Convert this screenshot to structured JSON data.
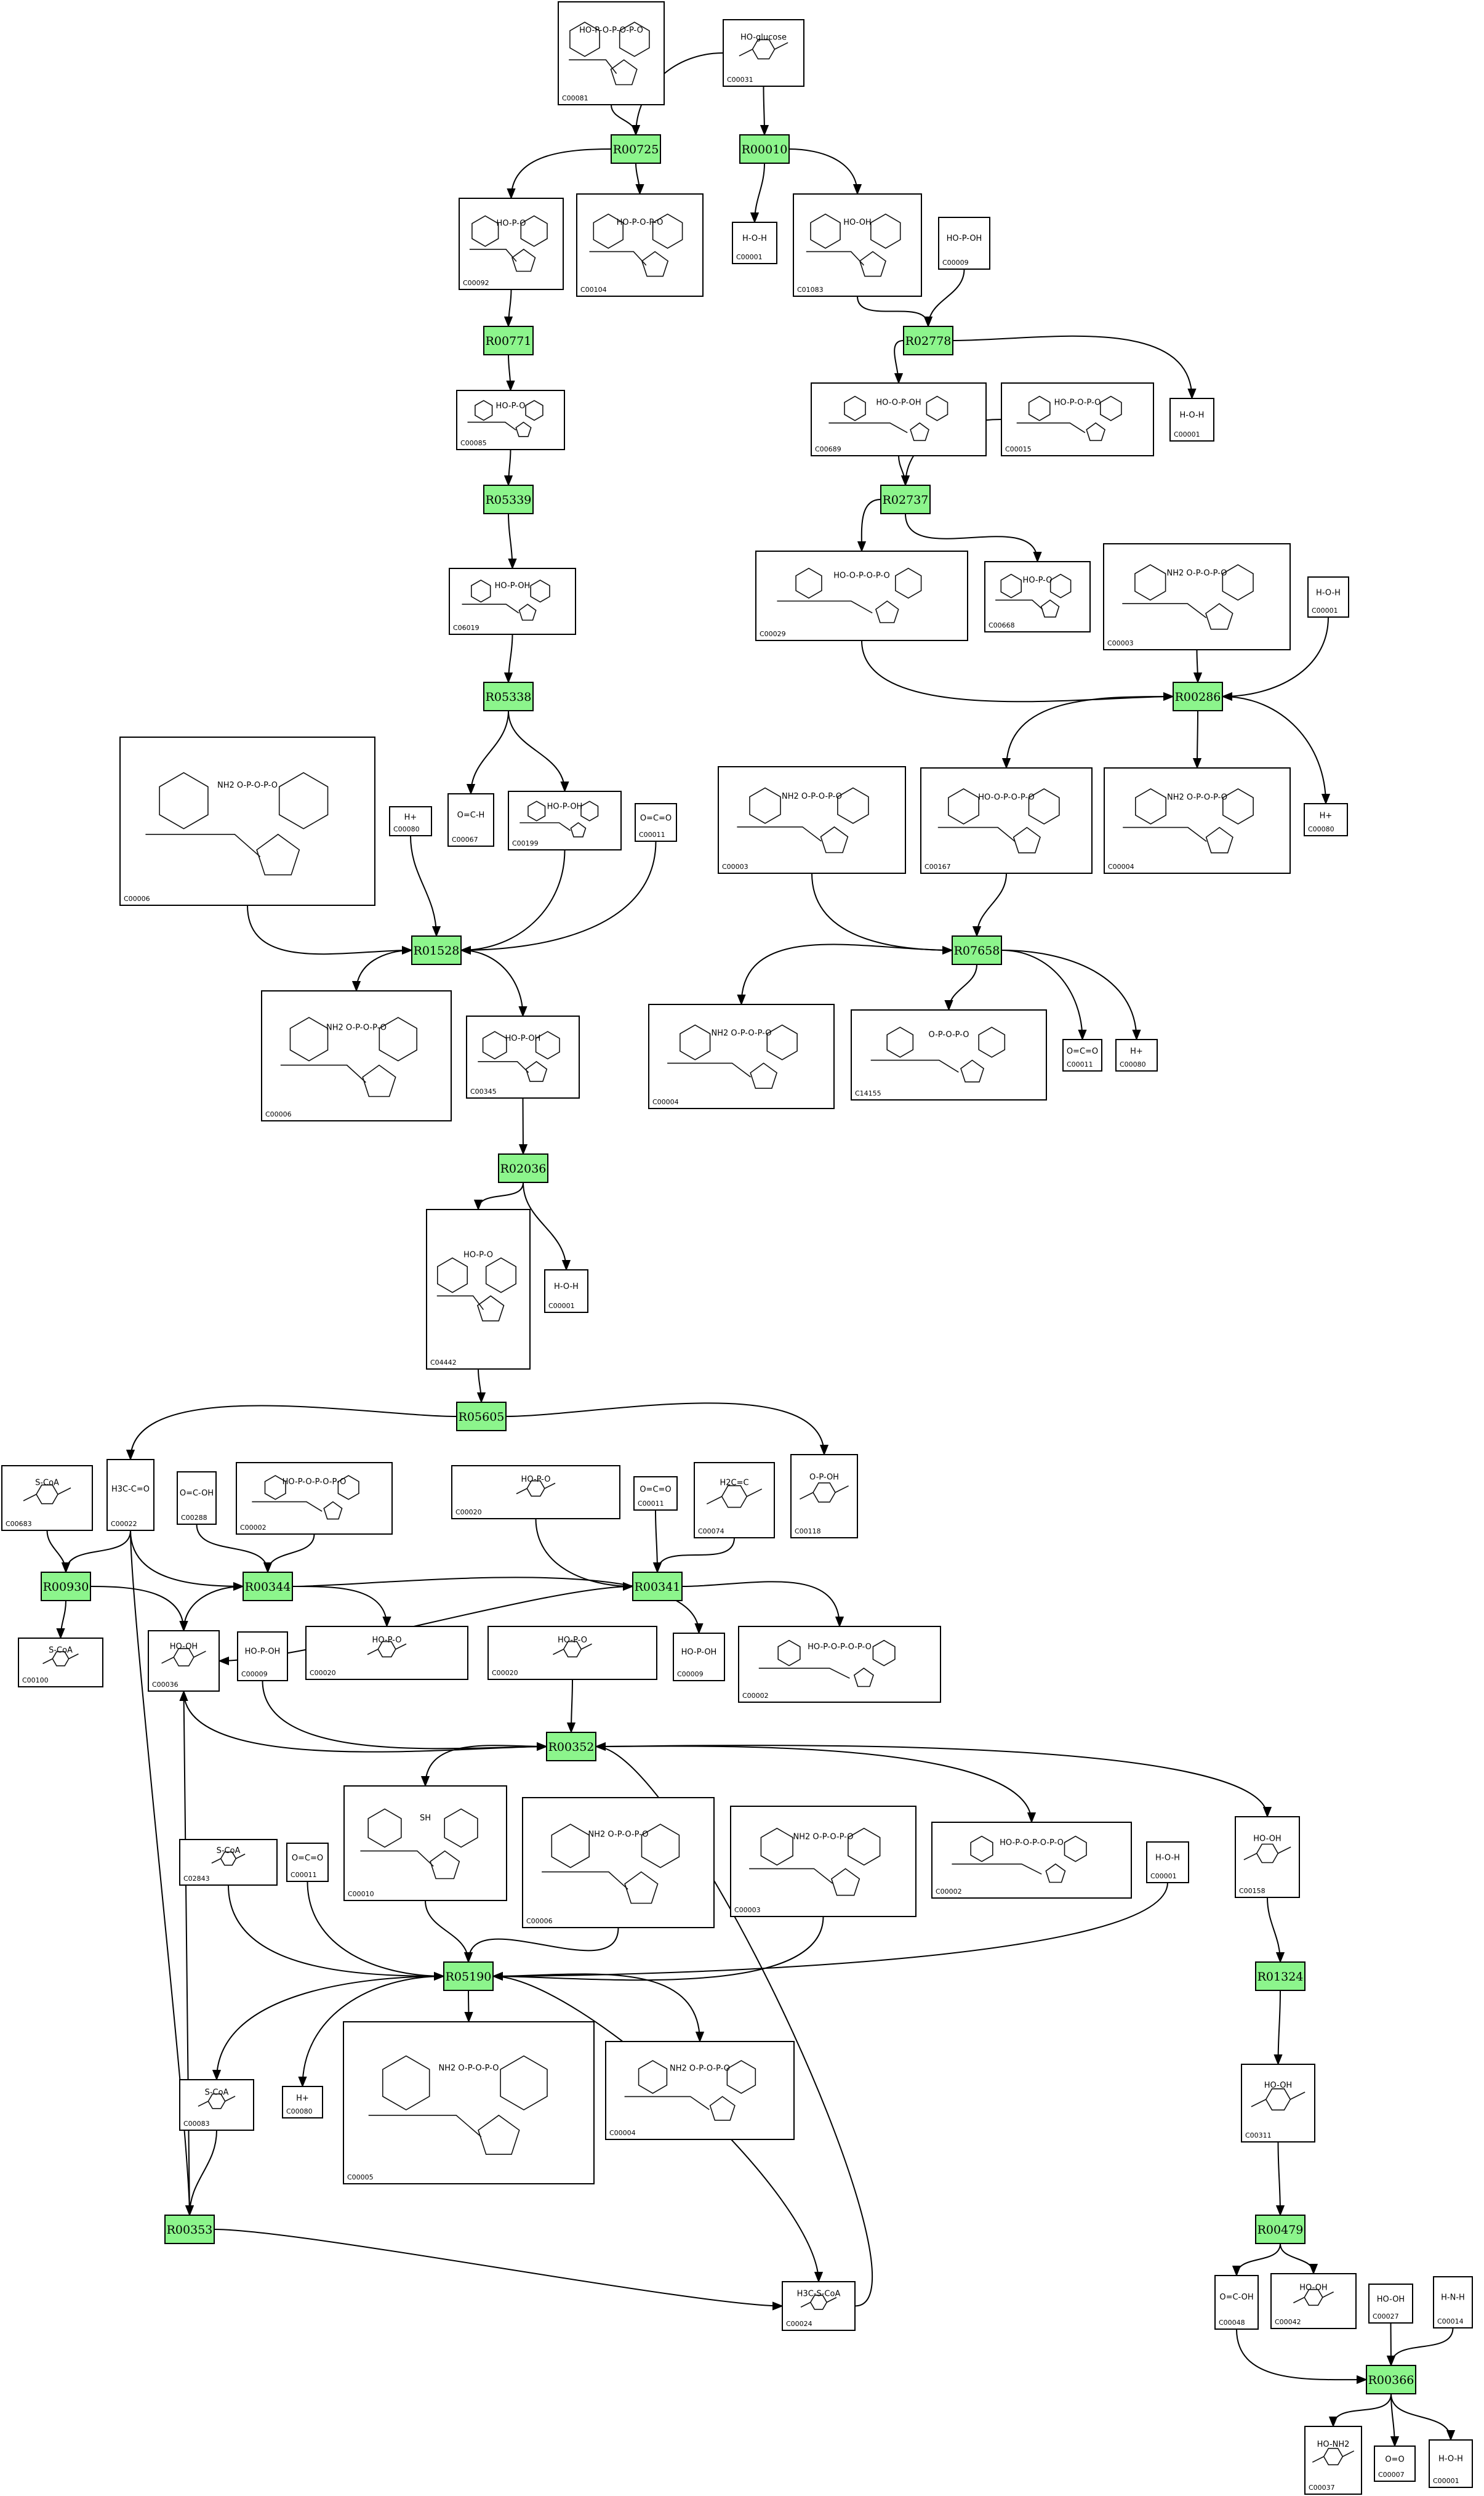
{
  "diagram": {
    "colors": {
      "reaction_fill": "#8cf58c",
      "stroke": "#000000",
      "background": "#ffffff"
    },
    "reactions": [
      {
        "id": "r1",
        "label": "R00725"
      },
      {
        "id": "r2",
        "label": "R00010"
      },
      {
        "id": "r3",
        "label": "R00771"
      },
      {
        "id": "r4",
        "label": "R02778"
      },
      {
        "id": "r5",
        "label": "R05339"
      },
      {
        "id": "r6",
        "label": "R02737"
      },
      {
        "id": "r7",
        "label": "R05338"
      },
      {
        "id": "r8",
        "label": "R00286"
      },
      {
        "id": "r9",
        "label": "R01528"
      },
      {
        "id": "r10",
        "label": "R07658"
      },
      {
        "id": "r11",
        "label": "R02036"
      },
      {
        "id": "r12",
        "label": "R05605"
      },
      {
        "id": "r13",
        "label": "R00930"
      },
      {
        "id": "r14",
        "label": "R00344"
      },
      {
        "id": "r15",
        "label": "R00341"
      },
      {
        "id": "r16",
        "label": "R00352"
      },
      {
        "id": "r17",
        "label": "R05190"
      },
      {
        "id": "r18",
        "label": "R01324"
      },
      {
        "id": "r19",
        "label": "R00353"
      },
      {
        "id": "r20",
        "label": "R00479"
      },
      {
        "id": "r21",
        "label": "R00366"
      }
    ],
    "compounds": [
      {
        "id": "c_081",
        "label": "C00081",
        "formula": "HO-P-O-P-O-P-O"
      },
      {
        "id": "c_031",
        "label": "C00031",
        "formula": "HO-glucose"
      },
      {
        "id": "c_092",
        "label": "C00092",
        "formula": "HO-P-O"
      },
      {
        "id": "c_104",
        "label": "C00104",
        "formula": "HO-P-O-P-O"
      },
      {
        "id": "c_001a",
        "label": "C00001",
        "formula": "H-O-H"
      },
      {
        "id": "c_1002",
        "label": "C01083",
        "formula": "HO-OH"
      },
      {
        "id": "c_009a",
        "label": "C00009",
        "formula": "HO-P-OH"
      },
      {
        "id": "c_085",
        "label": "C00085",
        "formula": "HO-P-O"
      },
      {
        "id": "c_689",
        "label": "C00689",
        "formula": "HO-O-P-OH"
      },
      {
        "id": "c_015",
        "label": "C00015",
        "formula": "HO-P-O-P-O"
      },
      {
        "id": "c_001b",
        "label": "C00001",
        "formula": "H-O-H"
      },
      {
        "id": "c_6019",
        "label": "C06019",
        "formula": "HO-P-OH"
      },
      {
        "id": "c_029",
        "label": "C00029",
        "formula": "HO-O-P-O-P-O"
      },
      {
        "id": "c_668",
        "label": "C00668",
        "formula": "HO-P-O"
      },
      {
        "id": "c_003a",
        "label": "C00003",
        "formula": "NH2 O-P-O-P-O"
      },
      {
        "id": "c_001c",
        "label": "C00001",
        "formula": "H-O-H"
      },
      {
        "id": "c_006a",
        "label": "C00006",
        "formula": "NH2 O-P-O-P-O"
      },
      {
        "id": "c_080a",
        "label": "C00080",
        "formula": "H+"
      },
      {
        "id": "c_067",
        "label": "C00067",
        "formula": "O=C-H"
      },
      {
        "id": "c_199",
        "label": "C00199",
        "formula": "HO-P-OH"
      },
      {
        "id": "c_011a",
        "label": "C00011",
        "formula": "O=C=O"
      },
      {
        "id": "c_003b",
        "label": "C00003",
        "formula": "NH2 O-P-O-P-O"
      },
      {
        "id": "c_167",
        "label": "C00167",
        "formula": "HO-O-P-O-P-O"
      },
      {
        "id": "c_004a",
        "label": "C00004",
        "formula": "NH2 O-P-O-P-O"
      },
      {
        "id": "c_080b",
        "label": "C00080",
        "formula": "H+"
      },
      {
        "id": "c_006b",
        "label": "C00006",
        "formula": "NH2 O-P-O-P-O"
      },
      {
        "id": "c_345",
        "label": "C00345",
        "formula": "HO-P-OH"
      },
      {
        "id": "c_004b",
        "label": "C00004",
        "formula": "NH2 O-P-O-P-O"
      },
      {
        "id": "c_14155",
        "label": "C14155",
        "formula": "O-P-O-P-O"
      },
      {
        "id": "c_011b",
        "label": "C00011",
        "formula": "O=C=O"
      },
      {
        "id": "c_080c",
        "label": "C00080",
        "formula": "H+"
      },
      {
        "id": "c_4442",
        "label": "C04442",
        "formula": "HO-P-O"
      },
      {
        "id": "c_001d",
        "label": "C00001",
        "formula": "H-O-H"
      },
      {
        "id": "c_683",
        "label": "C00683",
        "formula": "S-CoA"
      },
      {
        "id": "c_022",
        "label": "C00022",
        "formula": "H3C-C=O"
      },
      {
        "id": "c_288",
        "label": "C00288",
        "formula": "O=C-OH"
      },
      {
        "id": "c_002a",
        "label": "C00002",
        "formula": "HO-P-O-P-O-P-O"
      },
      {
        "id": "c_020a",
        "label": "C00020",
        "formula": "HO-P-O"
      },
      {
        "id": "c_011c",
        "label": "C00011",
        "formula": "O=C=O"
      },
      {
        "id": "c_074",
        "label": "C00074",
        "formula": "H2C=C"
      },
      {
        "id": "c_118",
        "label": "C00118",
        "formula": "O-P-OH"
      },
      {
        "id": "c_100",
        "label": "C00100",
        "formula": "S-CoA"
      },
      {
        "id": "c_036",
        "label": "C00036",
        "formula": "HO-OH"
      },
      {
        "id": "c_009b",
        "label": "C00009",
        "formula": "HO-P-OH"
      },
      {
        "id": "c_020b",
        "label": "C00020",
        "formula": "HO-P-O"
      },
      {
        "id": "c_020c",
        "label": "C00020",
        "formula": "HO-P-O"
      },
      {
        "id": "c_009c",
        "label": "C00009",
        "formula": "HO-P-OH"
      },
      {
        "id": "c_002b",
        "label": "C00002",
        "formula": "HO-P-O-P-O-P-O"
      },
      {
        "id": "c_010",
        "label": "C00010",
        "formula": "SH"
      },
      {
        "id": "c_2843",
        "label": "C02843",
        "formula": "S-CoA"
      },
      {
        "id": "c_011d",
        "label": "C00011",
        "formula": "O=C=O"
      },
      {
        "id": "c_006c",
        "label": "C00006",
        "formula": "NH2 O-P-O-P-O"
      },
      {
        "id": "c_003c",
        "label": "C00003",
        "formula": "NH2 O-P-O-P-O"
      },
      {
        "id": "c_002c",
        "label": "C00002",
        "formula": "HO-P-O-P-O-P-O"
      },
      {
        "id": "c_001e",
        "label": "C00001",
        "formula": "H-O-H"
      },
      {
        "id": "c_158",
        "label": "C00158",
        "formula": "HO-OH"
      },
      {
        "id": "c_083",
        "label": "C00083",
        "formula": "S-CoA"
      },
      {
        "id": "c_080d",
        "label": "C00080",
        "formula": "H+"
      },
      {
        "id": "c_005",
        "label": "C00005",
        "formula": "NH2 O-P-O-P-O"
      },
      {
        "id": "c_004c",
        "label": "C00004",
        "formula": "NH2 O-P-O-P-O"
      },
      {
        "id": "c_311",
        "label": "C00311",
        "formula": "HO-OH"
      },
      {
        "id": "c_024",
        "label": "C00024",
        "formula": "H3C-S-CoA"
      },
      {
        "id": "c_048",
        "label": "C00048",
        "formula": "O=C-OH"
      },
      {
        "id": "c_042",
        "label": "C00042",
        "formula": "HO-OH"
      },
      {
        "id": "c_027",
        "label": "C00027",
        "formula": "HO-OH"
      },
      {
        "id": "c_014",
        "label": "C00014",
        "formula": "H-N-H"
      },
      {
        "id": "c_037",
        "label": "C00037",
        "formula": "HO-NH2"
      },
      {
        "id": "c_007",
        "label": "C00007",
        "formula": "O=O"
      },
      {
        "id": "c_001f",
        "label": "C00001",
        "formula": "H-O-H"
      }
    ]
  }
}
